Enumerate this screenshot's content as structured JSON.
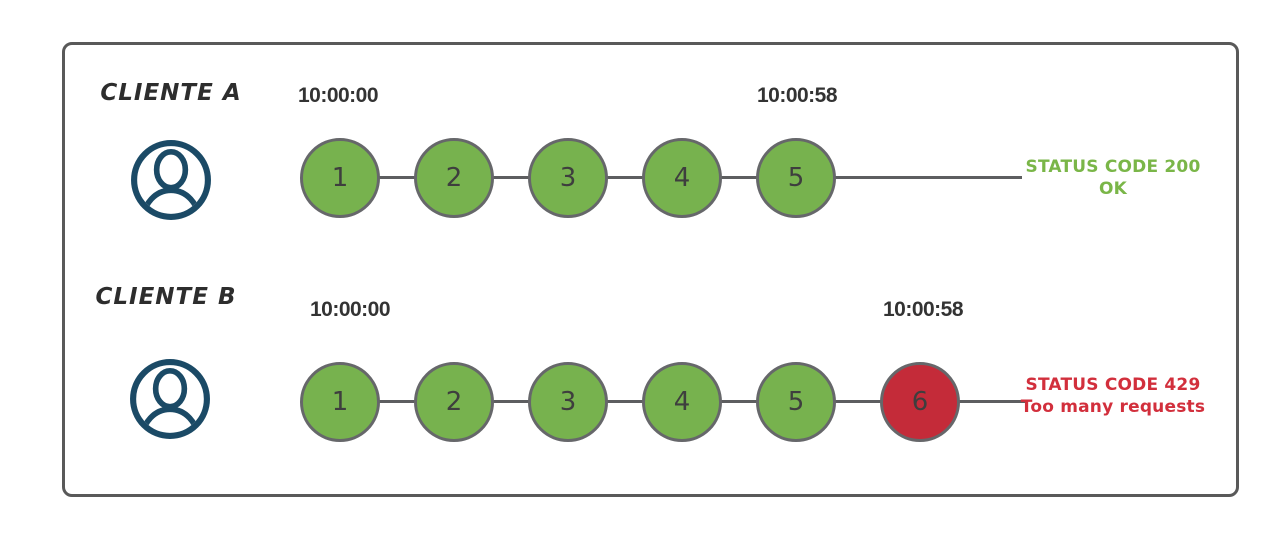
{
  "colors": {
    "green": "#77b24e",
    "red": "#c42b39",
    "status_green": "#7ab648",
    "status_red": "#d22f3c",
    "navy": "#1b4a66",
    "outline_gray": "#595959"
  },
  "clients": [
    {
      "name": "CLIENTE A",
      "start_time": "10:00:00",
      "end_time": "10:00:58",
      "requests": [
        {
          "label": "1",
          "color": "#77b24e"
        },
        {
          "label": "2",
          "color": "#77b24e"
        },
        {
          "label": "3",
          "color": "#77b24e"
        },
        {
          "label": "4",
          "color": "#77b24e"
        },
        {
          "label": "5",
          "color": "#77b24e"
        }
      ],
      "status": {
        "line1": "STATUS CODE 200",
        "line2": "OK",
        "color": "#7ab648"
      }
    },
    {
      "name": "CLIENTE B",
      "start_time": "10:00:00",
      "end_time": "10:00:58",
      "requests": [
        {
          "label": "1",
          "color": "#77b24e"
        },
        {
          "label": "2",
          "color": "#77b24e"
        },
        {
          "label": "3",
          "color": "#77b24e"
        },
        {
          "label": "4",
          "color": "#77b24e"
        },
        {
          "label": "5",
          "color": "#77b24e"
        },
        {
          "label": "6",
          "color": "#c42b39"
        }
      ],
      "status": {
        "line1": "STATUS CODE 429",
        "line2": "Too many requests",
        "color": "#d22f3c"
      }
    }
  ]
}
